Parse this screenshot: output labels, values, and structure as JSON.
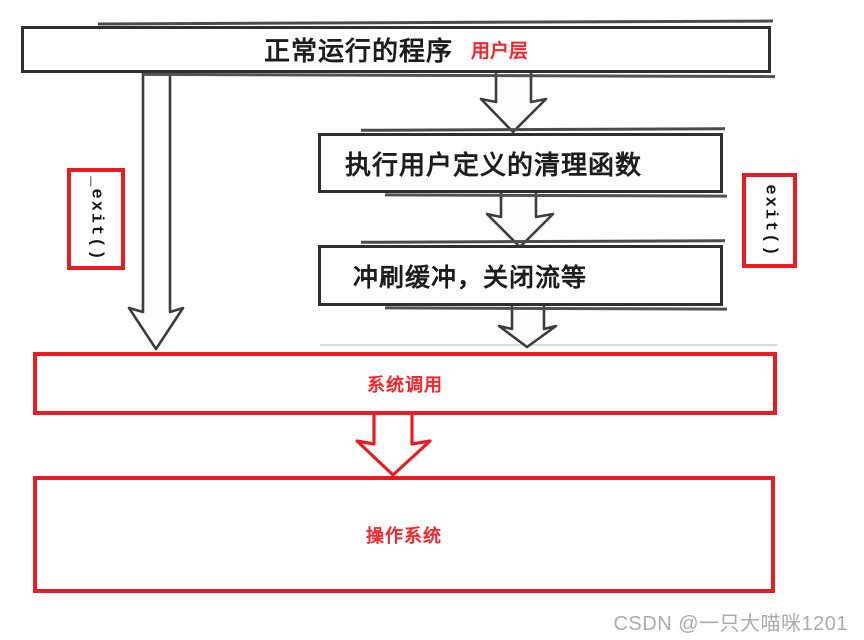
{
  "colors": {
    "red": "#e91c23",
    "ink": "#2f2f2f",
    "textred": "#f2262c",
    "wm": "#ababab"
  },
  "diagram": {
    "program_box": "正常运行的程序",
    "user_layer_label": "用户层",
    "cleanup_box": "执行用户定义的清理函数",
    "flush_box": "冲刷缓冲，关闭流等",
    "underscore_exit_label": "_exit()",
    "exit_label": "exit()",
    "syscall_box": "系统调用",
    "os_box": "操作系统"
  },
  "watermark": {
    "text": "CSDN @一只大喵咪1201"
  }
}
